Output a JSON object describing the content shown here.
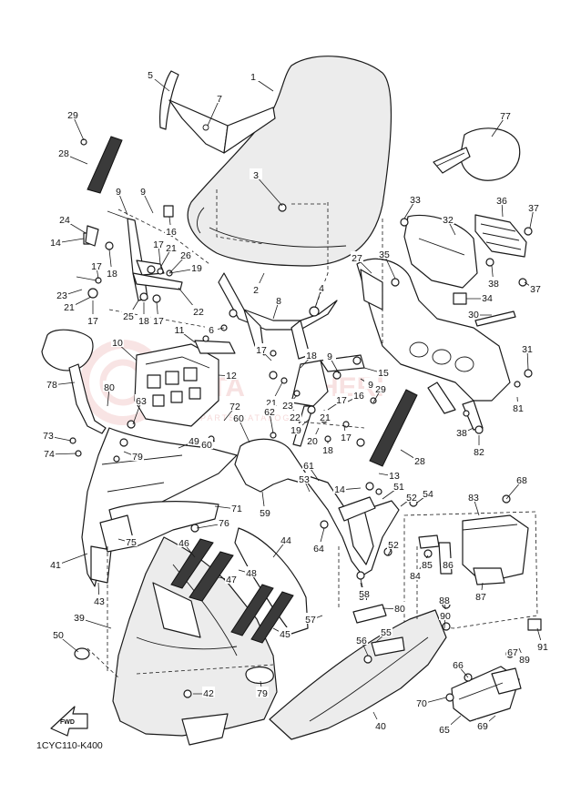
{
  "diagram_code": "1CYC110-K400",
  "fwd_label": "FWD",
  "callouts": [
    "1",
    "2",
    "3",
    "4",
    "5",
    "6",
    "7",
    "8",
    "9",
    "9",
    "9",
    "9",
    "10",
    "11",
    "12",
    "13",
    "14",
    "14",
    "15",
    "16",
    "16",
    "17",
    "17",
    "17",
    "17",
    "17",
    "17",
    "17",
    "18",
    "18",
    "18",
    "18",
    "19",
    "19",
    "20",
    "21",
    "21",
    "21",
    "21",
    "22",
    "22",
    "23",
    "23",
    "24",
    "25",
    "26",
    "27",
    "28",
    "28",
    "29",
    "29",
    "30",
    "31",
    "32",
    "33",
    "34",
    "35",
    "36",
    "37",
    "37",
    "38",
    "38",
    "39",
    "40",
    "41",
    "42",
    "43",
    "44",
    "45",
    "46",
    "47",
    "48",
    "49",
    "50",
    "51",
    "52",
    "52",
    "53",
    "54",
    "55",
    "56",
    "57",
    "57",
    "58",
    "59",
    "60",
    "60",
    "61",
    "62",
    "63",
    "64",
    "65",
    "66",
    "67",
    "68",
    "69",
    "70",
    "71",
    "72",
    "73",
    "74",
    "75",
    "76",
    "77",
    "78",
    "79",
    "79",
    "80",
    "80",
    "81",
    "82",
    "83",
    "84",
    "85",
    "86",
    "87",
    "88",
    "89",
    "90",
    "91"
  ]
}
